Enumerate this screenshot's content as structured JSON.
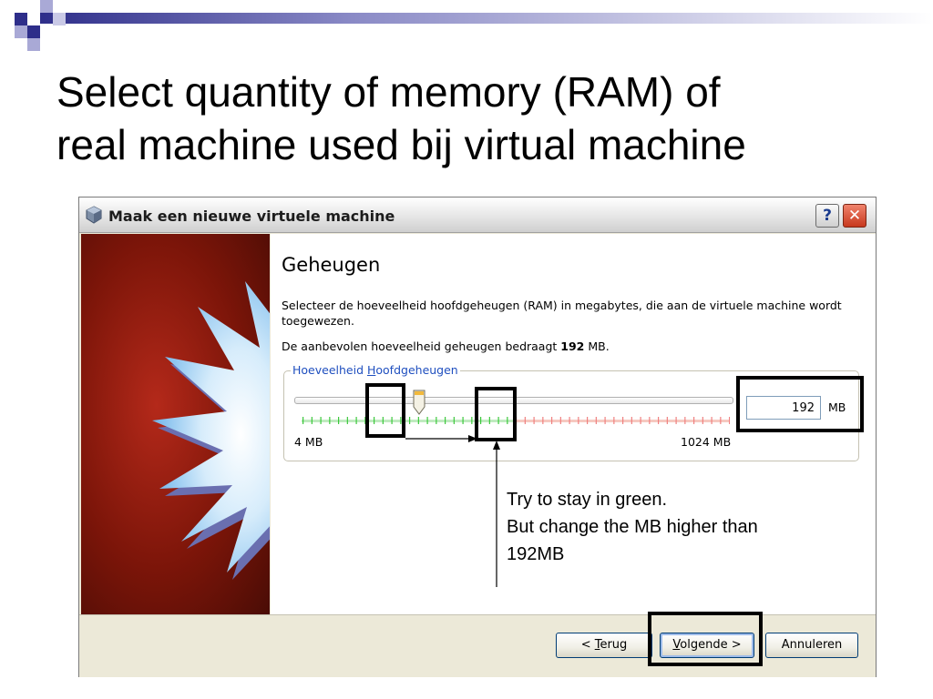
{
  "slide": {
    "title_line1": "Select quantity of memory (RAM) of",
    "title_line2": "real machine used bij virtual machine",
    "note_line1": "Try to stay in green.",
    "note_line2": "But change the MB higher than",
    "note_line3": "192MB"
  },
  "dialog": {
    "title": "Maak een nieuwe virtuele machine",
    "help_glyph": "?",
    "close_glyph": "✕",
    "heading": "Geheugen",
    "description": "Selecteer de hoeveelheid hoofdgeheugen (RAM) in megabytes, die aan de virtuele machine wordt toegewezen.",
    "recommend_prefix": "De aanbevolen hoeveelheid geheugen bedraagt ",
    "recommend_value": "192",
    "recommend_suffix": " MB.",
    "group_label_prefix": "Hoeveelheid ",
    "group_label_accel": "H",
    "group_label_rest": "oofdgeheugen",
    "slider": {
      "min_label": "4 MB",
      "max_label": "1024 MB",
      "min": 4,
      "max": 1024,
      "value": 192,
      "green_until": 512
    },
    "mb_value": "192",
    "mb_unit": "MB",
    "buttons": {
      "back_prefix": "< ",
      "back_accel": "T",
      "back_rest": "erug",
      "next_accel": "V",
      "next_rest": "olgende >",
      "cancel": "Annuleren"
    }
  },
  "colors": {
    "slide_accent": "#2e2e8a",
    "tick_green": "#3cc83c",
    "tick_red": "#f08080",
    "group_label": "#1f4fbf"
  },
  "icons": {
    "app": "virtualbox-cube-icon",
    "help": "help-icon",
    "close": "close-icon",
    "thumb": "slider-thumb-icon"
  }
}
